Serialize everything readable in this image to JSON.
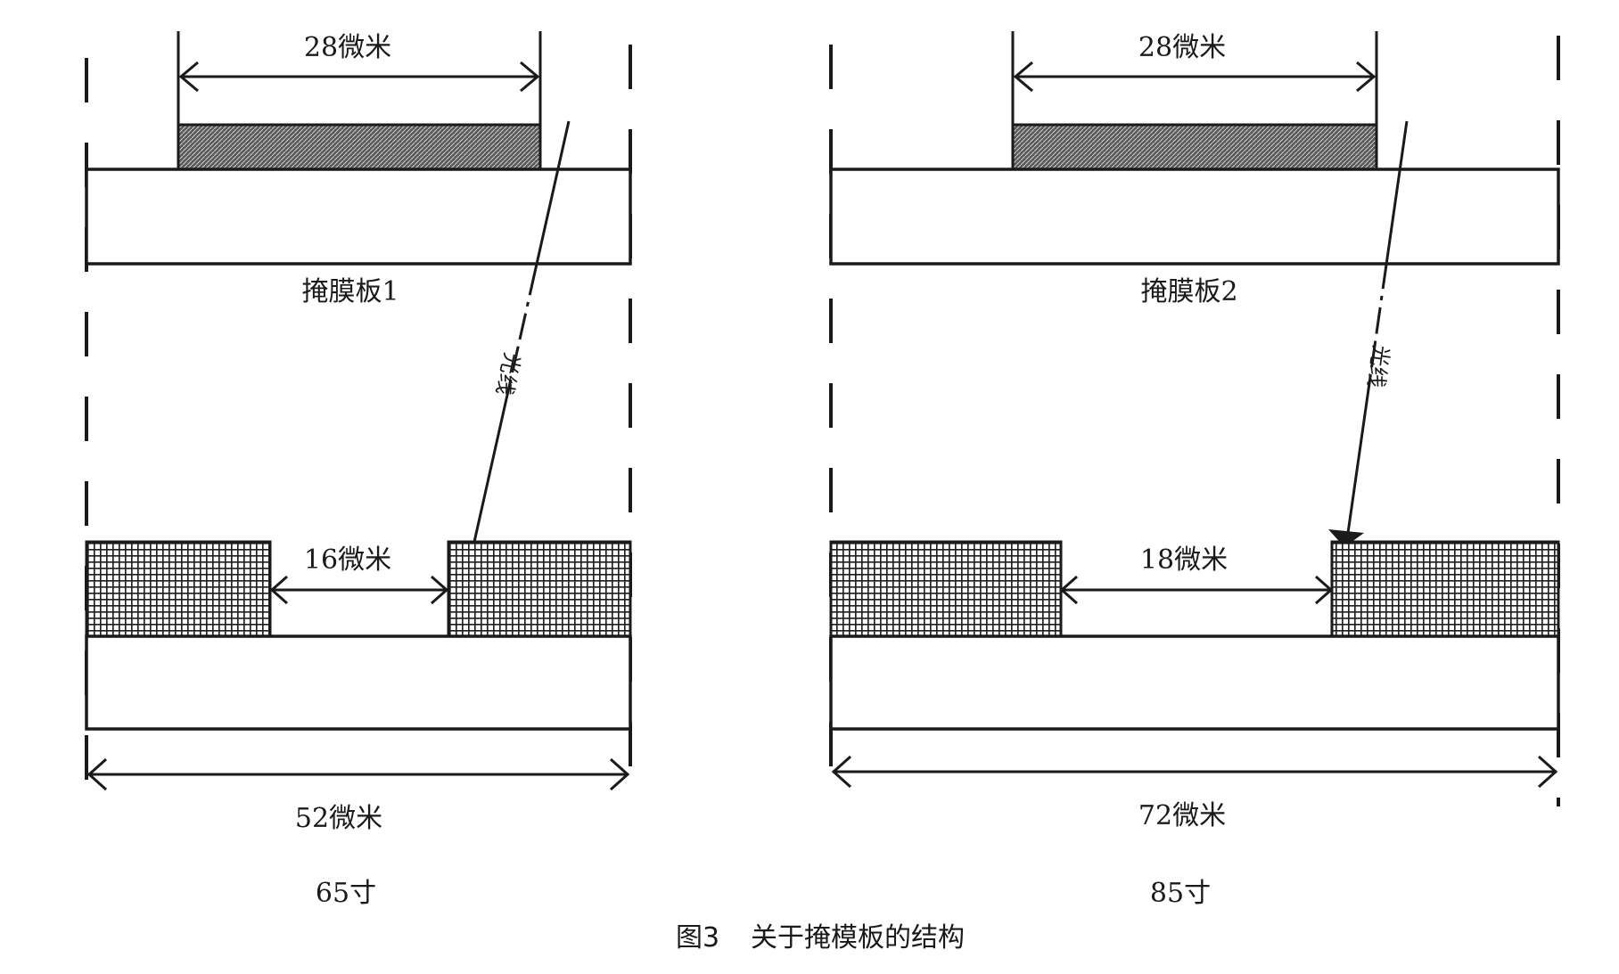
{
  "left_panel": {
    "top_width": "28微米",
    "mask_label": "掩膜板1",
    "light_label": "光线",
    "gap_width": "16微米",
    "bottom_width": "52微米",
    "size": "65寸"
  },
  "right_panel": {
    "top_width": "28微米",
    "mask_label": "掩膜板2",
    "light_label": "光线",
    "gap_width": "18微米",
    "bottom_width": "72微米",
    "size": "85寸"
  },
  "caption": {
    "number": "图3",
    "title": "关于掩模板的结构"
  }
}
